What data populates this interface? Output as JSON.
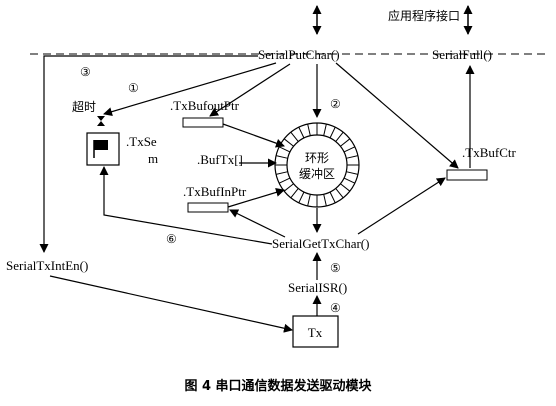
{
  "api_label": "应用程序接口",
  "functions": {
    "put_char": "SerialPutChar()",
    "full": "SerialFull()",
    "get_tx_char": "SerialGetTxChar()",
    "isr": "SerialISR()",
    "tx_int_en": "SerialTxIntEn()"
  },
  "data_items": {
    "buf_out_ptr": ".TxBufoutPtr",
    "buf_tx": ".BufTx[]",
    "buf_in_ptr": ".TxBufInPtr",
    "buf_ctr": ".TxBufCtr",
    "tx_sem_line1": ".TxSe",
    "tx_sem_line2": "m"
  },
  "ring_buffer_line1": "环形",
  "ring_buffer_line2": "缓冲区",
  "timeout_label": "超时",
  "tx_label": "Tx",
  "steps": [
    "①",
    "②",
    "③",
    "④",
    "⑤",
    "⑥"
  ],
  "caption": "图 4    串口通信数据发送驱动模块"
}
